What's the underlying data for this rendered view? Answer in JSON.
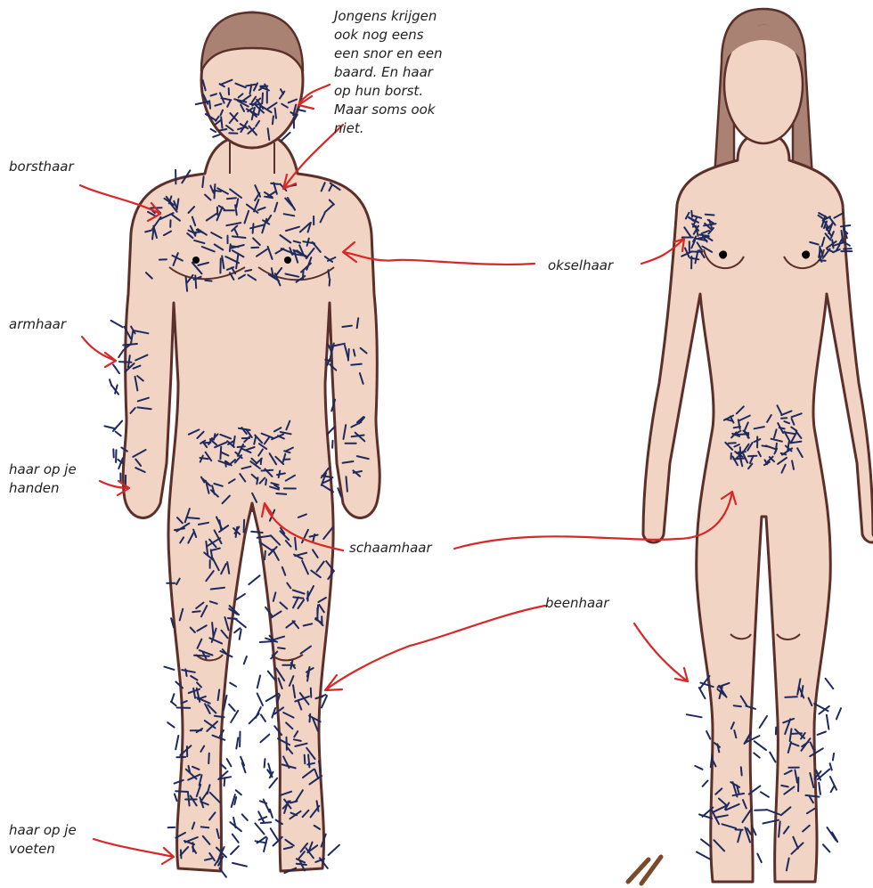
{
  "labels": {
    "note": "Jongens krijgen\nook nog eens\neen snor en een\nbaard. En haar\nop hun borst.\nMaar soms ook\nniet.",
    "chest": "borsthaar",
    "armpit": "okselhaar",
    "arm": "armhaar",
    "hands": "haar op je\nhanden",
    "pubic": "schaamhaar",
    "leg": "beenhaar",
    "feet": "haar op je\nvoeten"
  },
  "colors": {
    "skin": "#f1d4c3",
    "outline": "#5b2f2a",
    "hair_head": "#a98274",
    "body_hair": "#1e2a5e",
    "arrow": "#d62828",
    "text": "#222222"
  }
}
